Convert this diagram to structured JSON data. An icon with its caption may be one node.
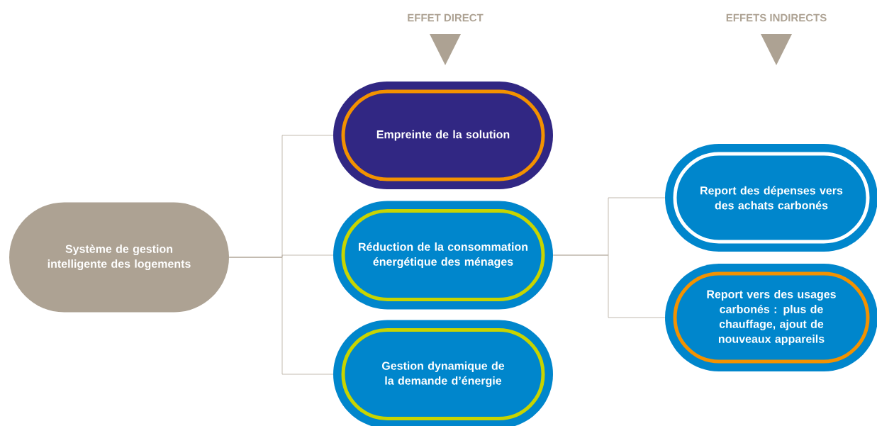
{
  "diagram": {
    "nodes": [
      {
        "text": [
          "Système de gestion intelligente des logements"
        ]
      },
      {
        "text": [
          "Empreinte de la solution"
        ]
      },
      {
        "text": [
          "Réduction de la consommation énergétique des ménages"
        ]
      },
      {
        "text": [
          "Gestion dynamique de la demande d’énergie"
        ]
      },
      {
        "text": [
          "Report des dépenses vers des achats carbonés"
        ]
      },
      {
        "text": [
          "Report vers des usages carbonés : plus de chauffage, ajout de nouveaux appareils"
        ]
      }
    ],
    "edges": [
      {
        "from": 0,
        "to": 1,
        "arrow": "none"
      },
      {
        "from": 0,
        "to": 2,
        "arrow": "none"
      },
      {
        "from": 0,
        "to": 3,
        "arrow": "none"
      },
      {
        "from": 2,
        "to": 4,
        "arrow": "none"
      },
      {
        "from": 2,
        "to": 5,
        "arrow": "none"
      }
    ],
    "labels": [
      "EFFET DIRECT",
      "EFFETS INDIRECTS"
    ]
  }
}
